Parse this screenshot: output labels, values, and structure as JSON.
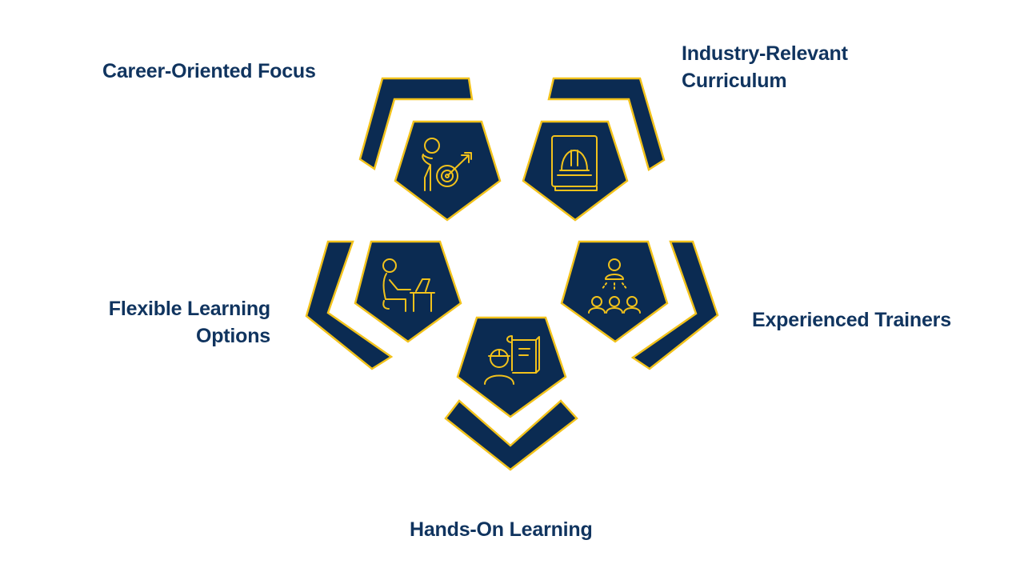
{
  "diagram": {
    "colors": {
      "fill": "#0b2b52",
      "outline": "#f2c21b",
      "text": "#10345f",
      "background": "#ffffff"
    },
    "items": [
      {
        "label_lines": [
          "Career-Oriented Focus"
        ],
        "icon": "person-target-icon"
      },
      {
        "label_lines": [
          "Industry-Relevant",
          "Curriculum"
        ],
        "icon": "hardhat-book-icon"
      },
      {
        "label_lines": [
          "Flexible Learning",
          "Options"
        ],
        "icon": "person-desk-laptop-icon"
      },
      {
        "label_lines": [
          "Experienced Trainers"
        ],
        "icon": "trainer-group-icon"
      },
      {
        "label_lines": [
          "Hands-On Learning"
        ],
        "icon": "engineer-blueprint-icon"
      }
    ]
  }
}
